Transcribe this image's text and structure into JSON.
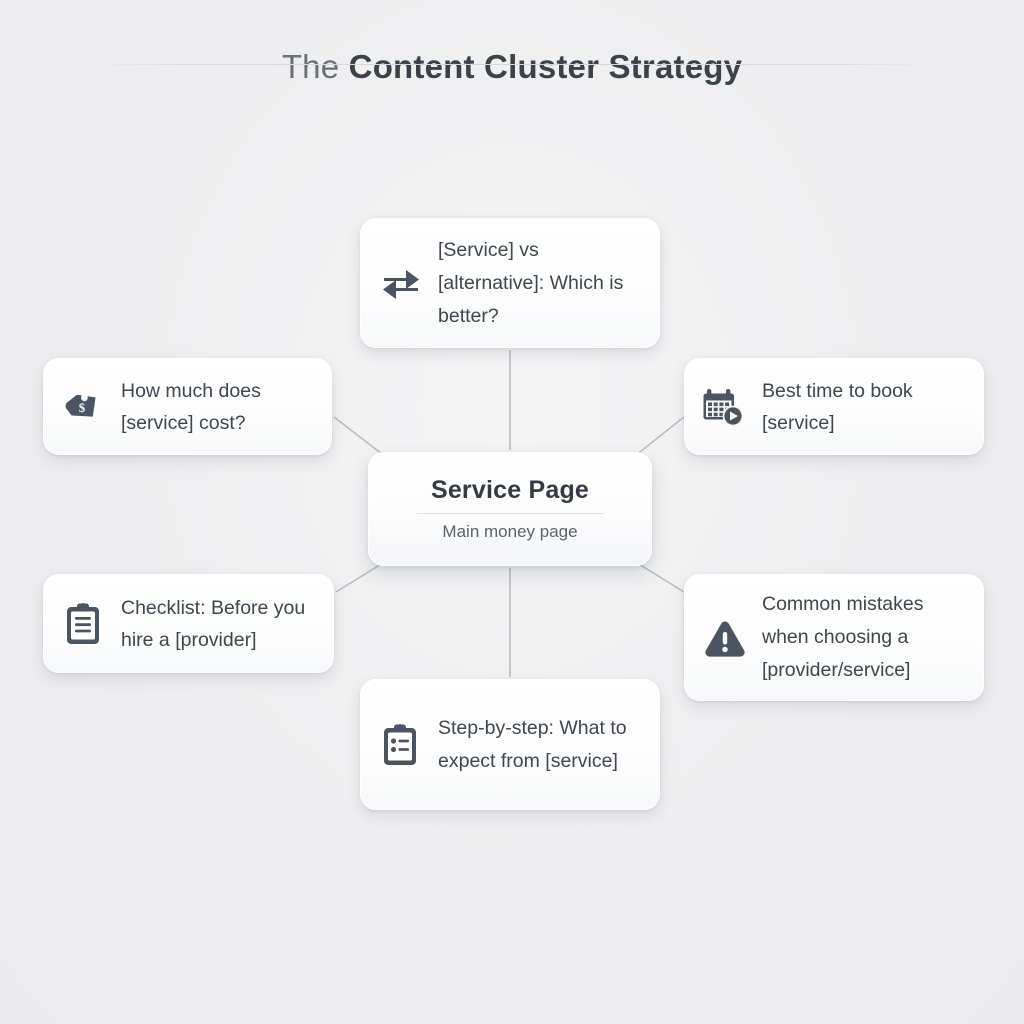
{
  "header": {
    "title_light": "The",
    "title_bold": "Content Cluster Strategy",
    "title_full": "The Content Cluster Strategy"
  },
  "colors": {
    "background": "#eeeef0",
    "card": "#ffffff",
    "icon": "#4b5562",
    "text": "#3f4650",
    "title": "#3c424b",
    "connector": "#b9bcc1",
    "divider": "#dfe1e4"
  },
  "center_node": {
    "title": "Service Page",
    "subtitle": "Main money page"
  },
  "nodes": [
    {
      "id": "comparison",
      "icon": "two-way-arrows-icon",
      "label": "[Service] vs [alternative]: Which is better?",
      "position": "top"
    },
    {
      "id": "cost",
      "icon": "price-tag-icon",
      "label": "How much does [service] cost?",
      "position": "top-left"
    },
    {
      "id": "timing",
      "icon": "calendar-clock-icon",
      "label": "Best time to book [service]",
      "position": "top-right"
    },
    {
      "id": "checklist",
      "icon": "clipboard-lines-icon",
      "label": "Checklist: Before you hire a [provider]",
      "position": "bottom-left"
    },
    {
      "id": "mistakes",
      "icon": "warning-triangle-icon",
      "label": "Common mistakes when choosing a [provider/service]",
      "position": "bottom-right"
    },
    {
      "id": "steps",
      "icon": "clipboard-bullets-icon",
      "label": "Step-by-step: What to expect from [service]",
      "position": "bottom"
    }
  ]
}
